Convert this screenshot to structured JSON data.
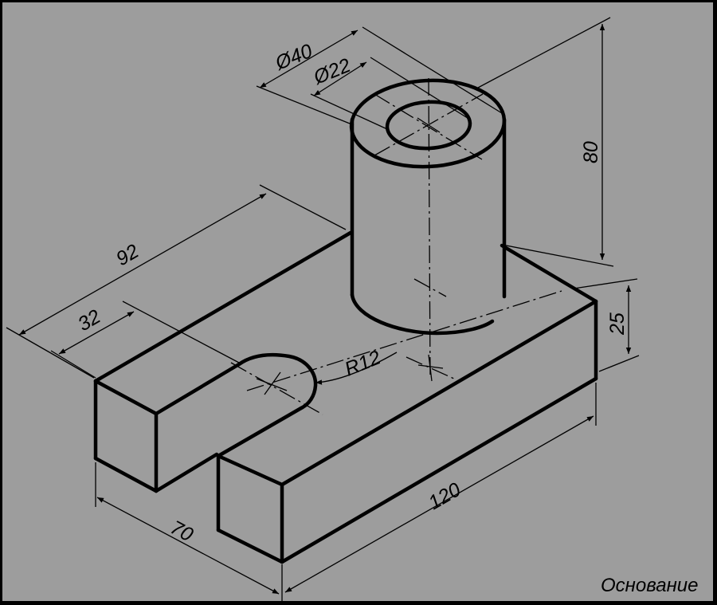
{
  "drawing": {
    "dimensions": {
      "outer_diameter": "Ø40",
      "inner_diameter": "Ø22",
      "cylinder_height": "80",
      "base_height": "25",
      "slot_length": "92",
      "slot_width": "32",
      "slot_radius": "R12",
      "base_depth": "70",
      "base_length": "120"
    },
    "title": "Основание"
  }
}
